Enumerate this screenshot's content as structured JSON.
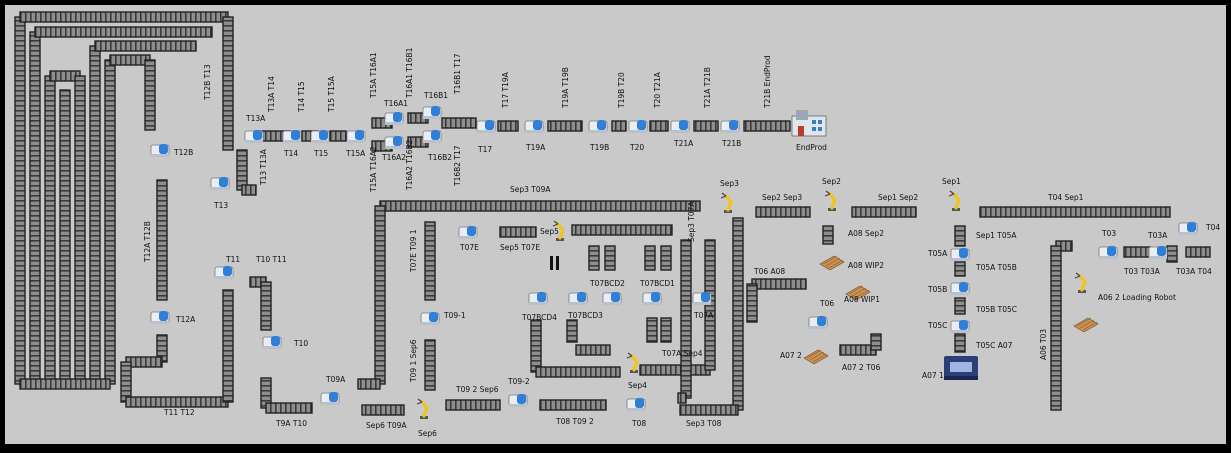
{
  "colors": {
    "frame": "#000000",
    "canvas": "#c9c9c9",
    "conveyor_edge": "#2a2a2a",
    "conveyor_fill": "#8e8e8e",
    "machine_body": "#e9eef5",
    "machine_accent": "#2f7fd6",
    "robot": "#f0c419",
    "pallet": "#b07a3c"
  },
  "labels": {
    "t12b_t13": "T12B T13",
    "t12b": "T12B",
    "t13a": "T13A",
    "t13a_t14": "T13A T14",
    "t14": "T14",
    "t14_t15": "T14 T15",
    "t15": "T15",
    "t15_t15a": "T15 T15A",
    "t15a": "T15A",
    "t15a_t16a1": "T15A T16A1",
    "t15a_t16a2": "T15A T16A2",
    "t16a1": "T16A1",
    "t16a2": "T16A2",
    "t16a1_t16b1": "T16A1 T16B1",
    "t16a2_t16b2": "T16A2 T16B2",
    "t16b1": "T16B1",
    "t16b2": "T16B2",
    "t16b1_t17": "T16B1 T17",
    "t16b2_t17": "T16B2 T17",
    "t17": "T17",
    "t17_t19a": "T17 T19A",
    "t19a": "T19A",
    "t19a_t19b": "T19A T19B",
    "t19b": "T19B",
    "t19b_t20": "T19B T20",
    "t20": "T20",
    "t20_t21a": "T20 T21A",
    "t21a": "T21A",
    "t21a_t21b": "T21A T21B",
    "t21b": "T21B",
    "t21b_endprod": "T21B EndProd",
    "endprod": "EndProd",
    "t13_t13a": "T13 T13A",
    "t13": "T13",
    "t12a_t12b": "T12A T12B",
    "t11": "T11",
    "t10_t11": "T10 T11",
    "t12a": "T12A",
    "t10": "T10",
    "t11_t12": "T11 T12",
    "t9a": "T09A",
    "t9a_t10": "T9A T10",
    "sep6_t09a": "Sep6 T09A",
    "sep6": "Sep6",
    "sep3_t09a": "Sep3 T09A",
    "t07e": "T07E",
    "sep5_t07e": "Sep5 T07E",
    "sep5": "Sep5",
    "t07e_t09_1": "T07E T09 1",
    "t09_1": "T09-1",
    "t09_1_sep6": "T09 1 Sep6",
    "t09_2_sep6": "T09 2 Sep6",
    "t09_2": "T09-2",
    "t08_t09_2": "T08 T09 2",
    "t08": "T08",
    "t07bcd2": "T07BCD2",
    "t07bcd1": "T07BCD1",
    "t07bcd4": "T07BCD4",
    "t07bcd3": "T07BCD3",
    "t07a": "T07A",
    "sep3_t07a": "Sep3 T07A",
    "t07a_sep4": "T07A Sep4",
    "sep4": "Sep4",
    "sep3_t08": "Sep3 T08",
    "sep3": "Sep3",
    "sep2_sep3": "Sep2 Sep3",
    "sep2": "Sep2",
    "a08_sep2": "A08 Sep2",
    "a08_wip2": "A08 WIP2",
    "a08_wip1": "A08 WIP1",
    "t06_a08": "T06 A08",
    "t06": "T06",
    "a07_2": "A07 2",
    "a07_2_t06": "A07 2 T06",
    "sep1_sep2": "Sep1 Sep2",
    "sep1": "Sep1",
    "t04_sep1": "T04 Sep1",
    "t04": "T04",
    "sep1_t05a": "Sep1 T05A",
    "t05a": "T05A",
    "t05a_t05b": "T05A T05B",
    "t05b": "T05B",
    "t05b_t05c": "T05B T05C",
    "t05c": "T05C",
    "t05c_a07": "T05C A07",
    "a07_1": "A07 1",
    "t03": "T03",
    "t03a": "T03A",
    "t03_t03a": "T03 T03A",
    "t03a_t04": "T03A T04",
    "a06_2_loading_robot": "A06 2 Loading Robot",
    "a06_t03": "A06 T03"
  }
}
